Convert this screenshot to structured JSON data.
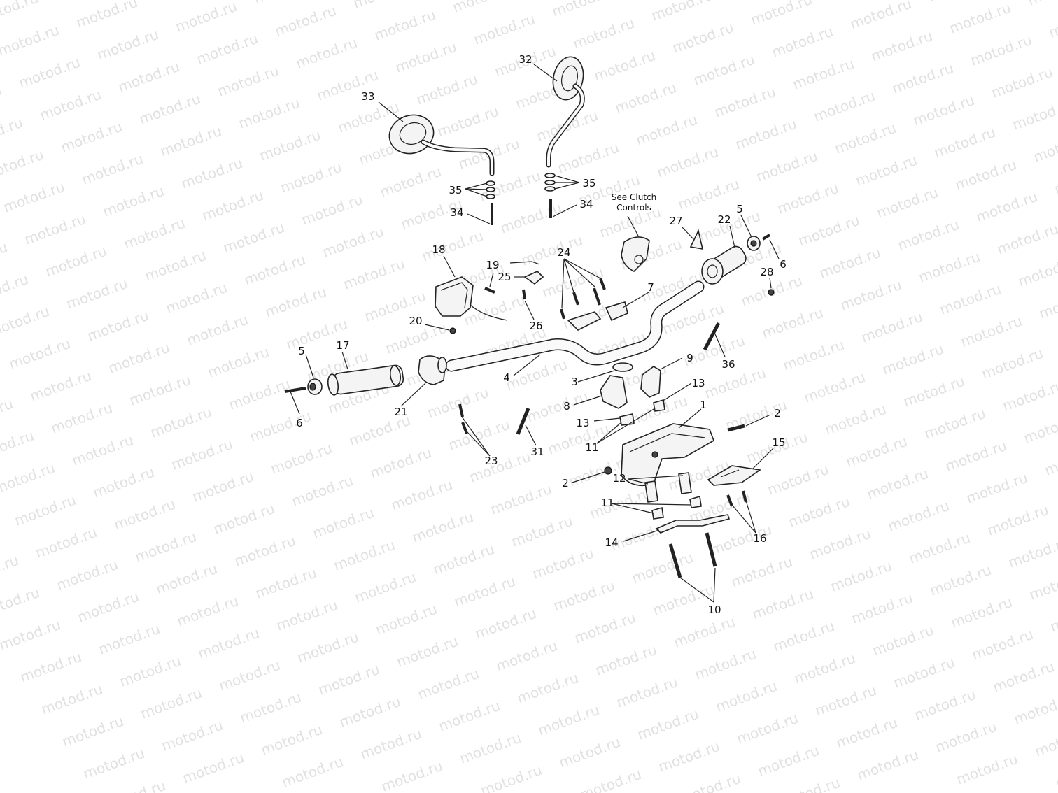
{
  "watermark": {
    "text": "motod.ru"
  },
  "note": {
    "line1": "See Clutch",
    "line2": "Controls"
  },
  "callouts": {
    "c1": "1",
    "c2a": "2",
    "c2b": "2",
    "c3": "3",
    "c4": "4",
    "c5a": "5",
    "c5b": "5",
    "c6a": "6",
    "c6b": "6",
    "c7": "7",
    "c8": "8",
    "c9": "9",
    "c10": "10",
    "c11a": "11",
    "c11b": "11",
    "c12": "12",
    "c13a": "13",
    "c13b": "13",
    "c14": "14",
    "c15": "15",
    "c16": "16",
    "c17": "17",
    "c18": "18",
    "c19": "19",
    "c20": "20",
    "c21": "21",
    "c22": "22",
    "c23": "23",
    "c24": "24",
    "c25": "25",
    "c26": "26",
    "c27": "27",
    "c28": "28",
    "c31": "31",
    "c32": "32",
    "c33": "33",
    "c34a": "34",
    "c34b": "34",
    "c35a": "35",
    "c35b": "35",
    "c36": "36"
  }
}
